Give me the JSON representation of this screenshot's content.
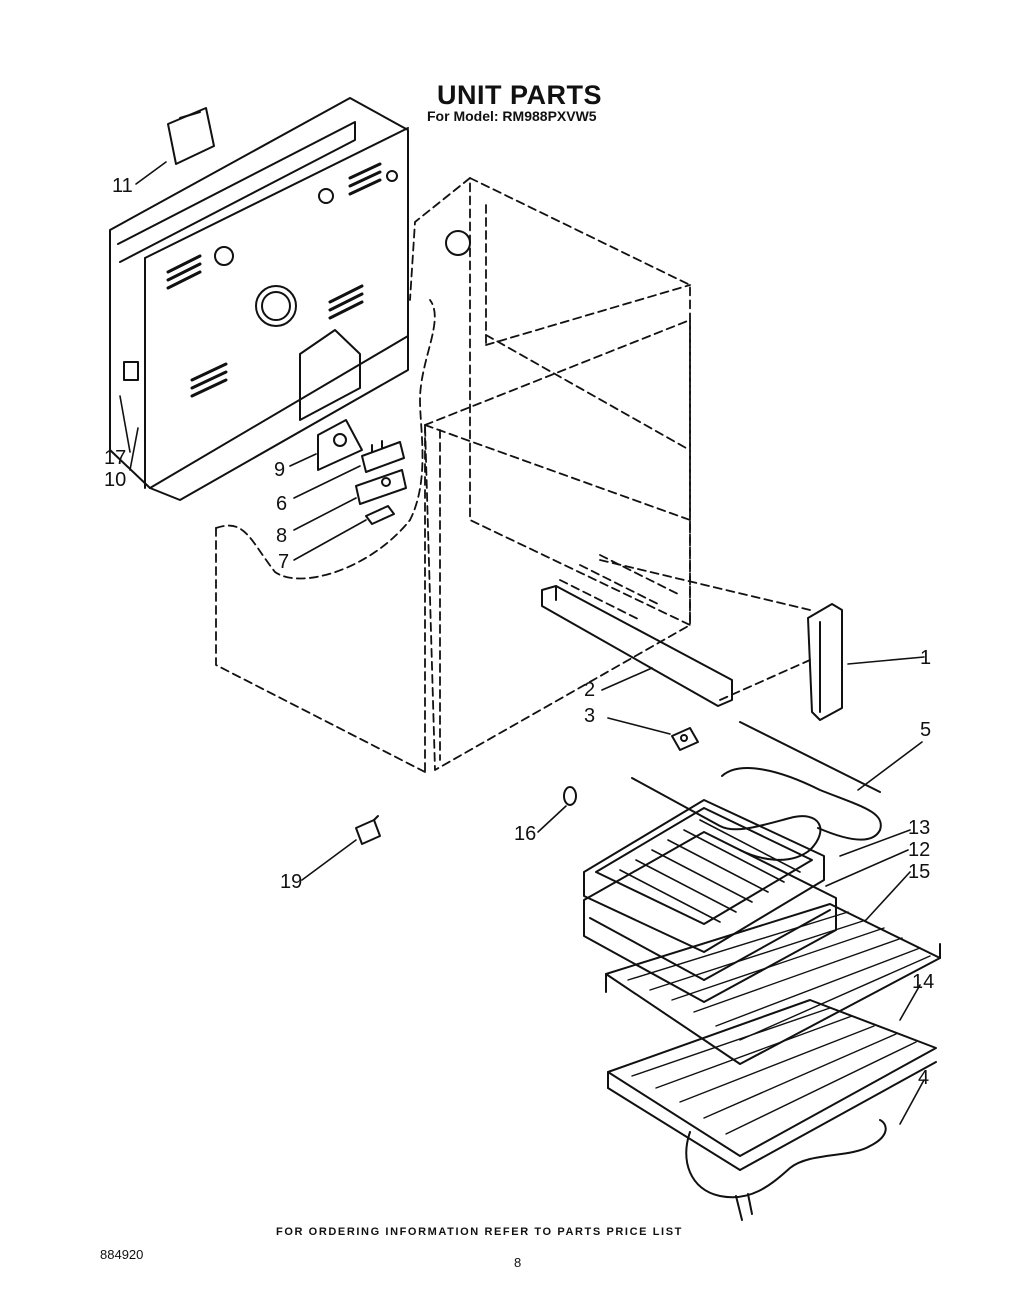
{
  "header": {
    "title": "UNIT PARTS",
    "subtitle": "For Model: RM988PXVW5"
  },
  "footer": {
    "note": "FOR ORDERING INFORMATION REFER TO PARTS PRICE LIST",
    "doc_number": "884920",
    "page_number": "8"
  },
  "callouts": {
    "c1": "1",
    "c2": "2",
    "c3": "3",
    "c4": "4",
    "c5": "5",
    "c6": "6",
    "c7": "7",
    "c8": "8",
    "c9": "9",
    "c10": "10",
    "c11": "11",
    "c12": "12",
    "c13": "13",
    "c14": "14",
    "c15": "15",
    "c16": "16",
    "c17": "17",
    "c19": "19"
  }
}
